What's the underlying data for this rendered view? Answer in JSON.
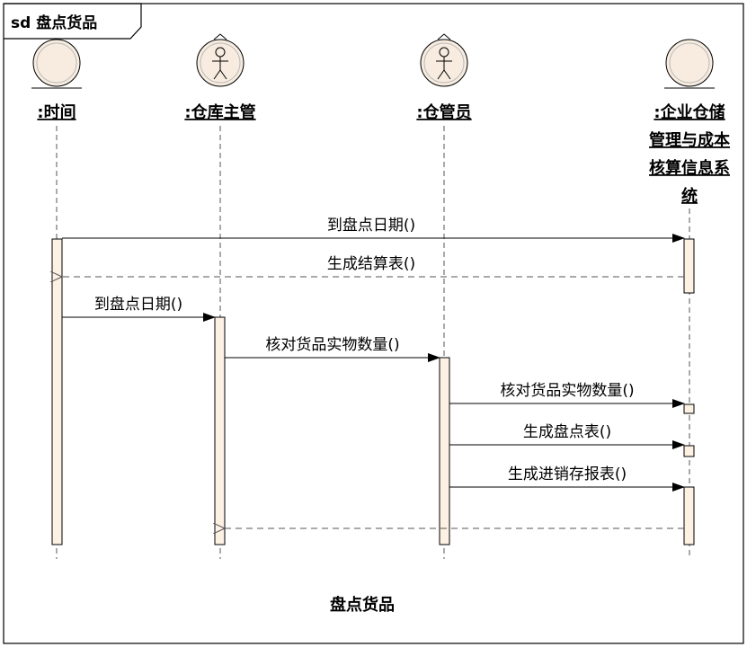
{
  "frame": {
    "title": "sd 盘点货品"
  },
  "caption": "盘点货品",
  "lifelines": [
    {
      "id": "time",
      "label_lines": [
        ":时间"
      ],
      "icon": "control-icon"
    },
    {
      "id": "manager",
      "label_lines": [
        ":仓库主管"
      ],
      "icon": "actor-icon"
    },
    {
      "id": "keeper",
      "label_lines": [
        ":仓管员"
      ],
      "icon": "actor-icon"
    },
    {
      "id": "system",
      "label_lines": [
        ":企业仓储",
        "管理与成本",
        "核算信息系",
        "统"
      ],
      "icon": "entity-icon"
    }
  ],
  "messages": [
    {
      "label": "到盘点日期()",
      "from": "time",
      "to": "system",
      "kind": "sync"
    },
    {
      "label": "生成结算表()",
      "from": "system",
      "to": "time",
      "kind": "return"
    },
    {
      "label": "到盘点日期()",
      "from": "time",
      "to": "manager",
      "kind": "sync"
    },
    {
      "label": "核对货品实物数量()",
      "from": "manager",
      "to": "keeper",
      "kind": "sync"
    },
    {
      "label": "核对货品实物数量()",
      "from": "keeper",
      "to": "system",
      "kind": "sync"
    },
    {
      "label": "生成盘点表()",
      "from": "keeper",
      "to": "system",
      "kind": "sync"
    },
    {
      "label": "生成进销存报表()",
      "from": "keeper",
      "to": "system",
      "kind": "sync"
    },
    {
      "label": "",
      "from": "system",
      "to": "manager",
      "kind": "return"
    }
  ],
  "colors": {
    "activation_fill": "#fdf1e4",
    "icon_fill": "#f7ecdf",
    "line": "#000000",
    "dashed": "#555555"
  }
}
